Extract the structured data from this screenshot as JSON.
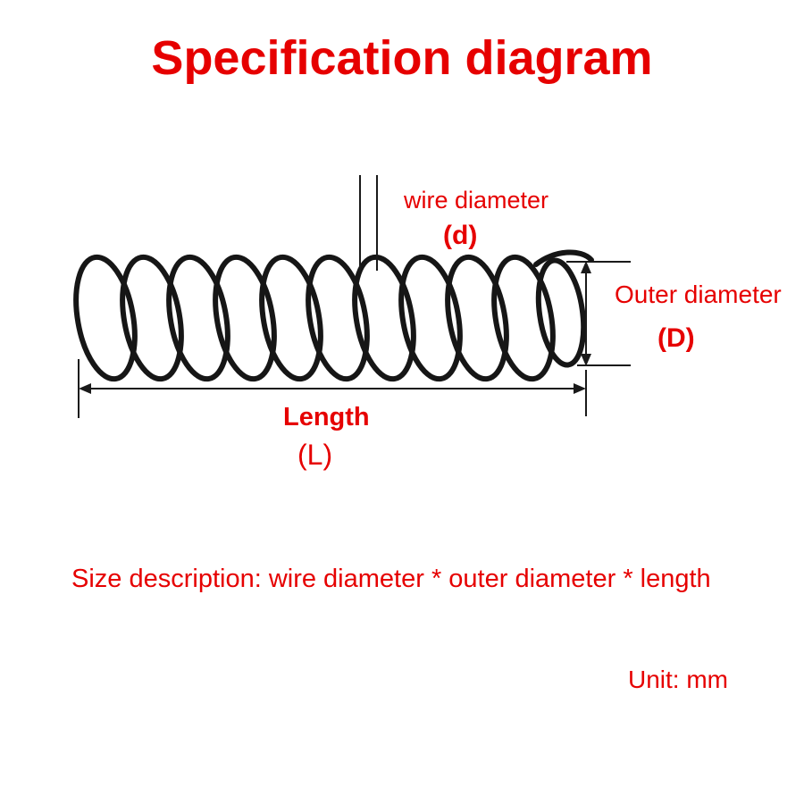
{
  "title": "Specification diagram",
  "diagram": {
    "subject": "compression-spring",
    "wire_diameter_label": "wire diameter",
    "wire_diameter_symbol": "(d)",
    "outer_diameter_label": "Outer diameter",
    "outer_diameter_symbol": "(D)",
    "length_label": "Length",
    "length_symbol": "(L)"
  },
  "footer": {
    "size_description": "Size description: wire diameter * outer diameter * length",
    "unit": "Unit: mm"
  },
  "colors": {
    "accent_red": "#e60000",
    "line_black": "#1a1a1a"
  }
}
